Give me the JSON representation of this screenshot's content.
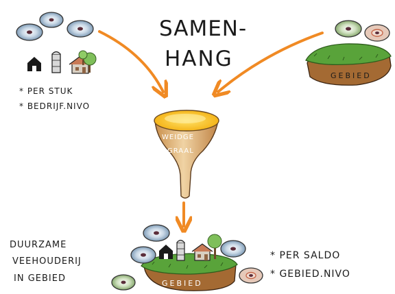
{
  "title": {
    "line1": "SAMEN-",
    "line2": "HANG"
  },
  "left_notes": [
    "* PER STUK",
    "* BEDRIJF.NIVO"
  ],
  "funnel_label": {
    "line1": "WEIDGE",
    "line2": "GRAAL"
  },
  "right_island_label": "GEBIED",
  "bottom_island_label": "GEBIED",
  "bottom_left_text": [
    "DUURZAME",
    "VEEHOUDERIJ",
    "IN GEBIED"
  ],
  "bottom_right_notes": [
    "* PER SALDO",
    "* GEBIED.NIVO"
  ],
  "colors": {
    "arrow": "#f08a24",
    "funnel_fill": "#e3b77a",
    "funnel_top": "#ffc82a",
    "island_grass": "#59a33a",
    "island_soil": "#a46a33",
    "disc_blue": "#9fb9cf",
    "disc_green": "#9ebf86",
    "disc_red": "#c6674a"
  },
  "icons": [
    "disc-icon",
    "barn-icon",
    "silo-icon",
    "farmhouse-icon",
    "tree-icon",
    "funnel-icon",
    "island-icon",
    "arrow-icon"
  ]
}
